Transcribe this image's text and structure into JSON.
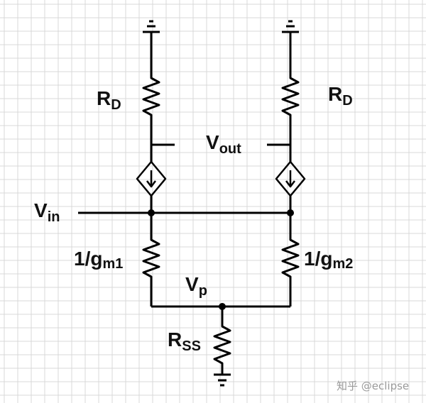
{
  "labels": {
    "rd_left": {
      "main": "R",
      "sub": "D"
    },
    "rd_right": {
      "main": "R",
      "sub": "D"
    },
    "vout": {
      "main": "V",
      "sub": "out"
    },
    "vin": {
      "main": "V",
      "sub": "in"
    },
    "gm1": {
      "main": "1/g",
      "sub": "m1"
    },
    "gm2": {
      "main": "1/g",
      "sub": "m2"
    },
    "vp": {
      "main": "V",
      "sub": "p"
    },
    "rss": {
      "main": "R",
      "sub": "SS"
    }
  },
  "watermark": "知乎 @eclipse",
  "colors": {
    "wire": "#000000",
    "grid": "#d9d9d9",
    "text": "#111111",
    "watermark": "#9a9a9a"
  }
}
